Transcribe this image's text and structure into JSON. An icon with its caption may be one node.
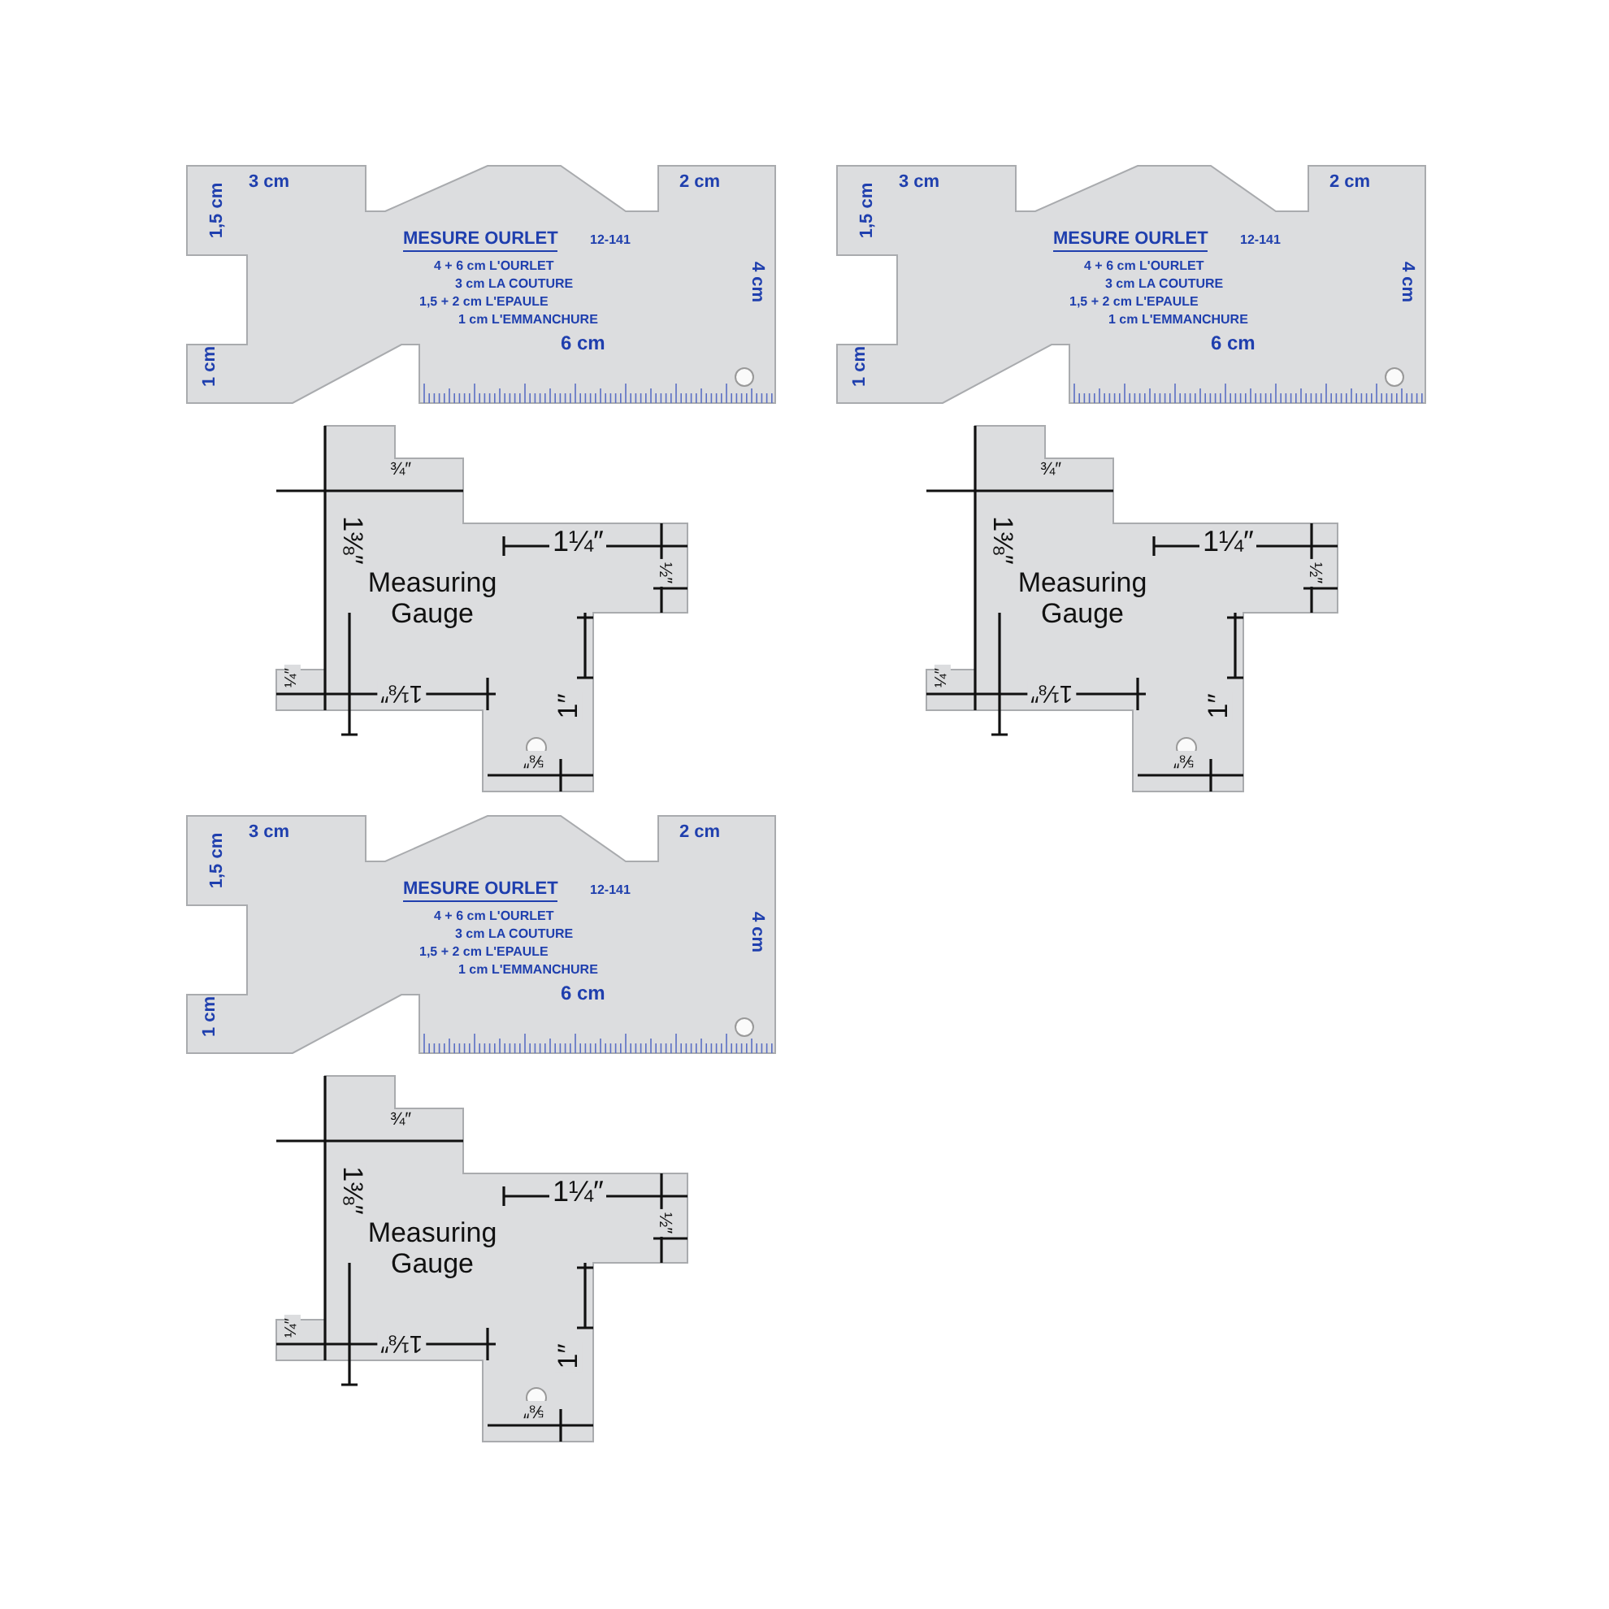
{
  "diagram": {
    "labels": [
      "1,5 cm",
      "3 cm",
      "2 cm",
      "MESURE OURLET",
      "12-141",
      "4 + 6 cm L'OURLET",
      "3 cm LA COUTURE",
      "1,5 + 2 cm L'EPAULE",
      "1 cm L'EMMANCHURE",
      "4 cm",
      "6 cm",
      "1 cm",
      "1,5 cm",
      "3 cm",
      "2 cm",
      "MESURE OURLET",
      "12-141",
      "4 + 6 cm L'OURLET",
      "3 cm LA COUTURE",
      "1,5 + 2 cm L'EPAULE",
      "1 cm L'EMMANCHURE",
      "4 cm",
      "6 cm",
      "1 cm",
      "¾″",
      "1⅜″",
      "1¼″",
      "½″",
      "Measuring Gauge",
      "¼″",
      "1⅛″",
      "1″",
      "⅝″",
      "¾″",
      "1⅜″",
      "1¼″",
      "½″",
      "Measuring Gauge",
      "¼″",
      "1⅛″",
      "1″",
      "⅝″",
      "1,5 cm",
      "3 cm",
      "2 cm",
      "MESURE OURLET",
      "12-141",
      "4 + 6 cm L'OURLET",
      "3 cm LA COUTURE",
      "1,5 + 2 cm L'EPAULE",
      "1 cm L'EMMANCHURE",
      "4 cm",
      "6 cm",
      "1 cm",
      "¾″",
      "1⅜″",
      "1¼″",
      "½″",
      "Measuring Gauge",
      "¼″",
      "1⅛″",
      "1″",
      "⅝″"
    ]
  }
}
